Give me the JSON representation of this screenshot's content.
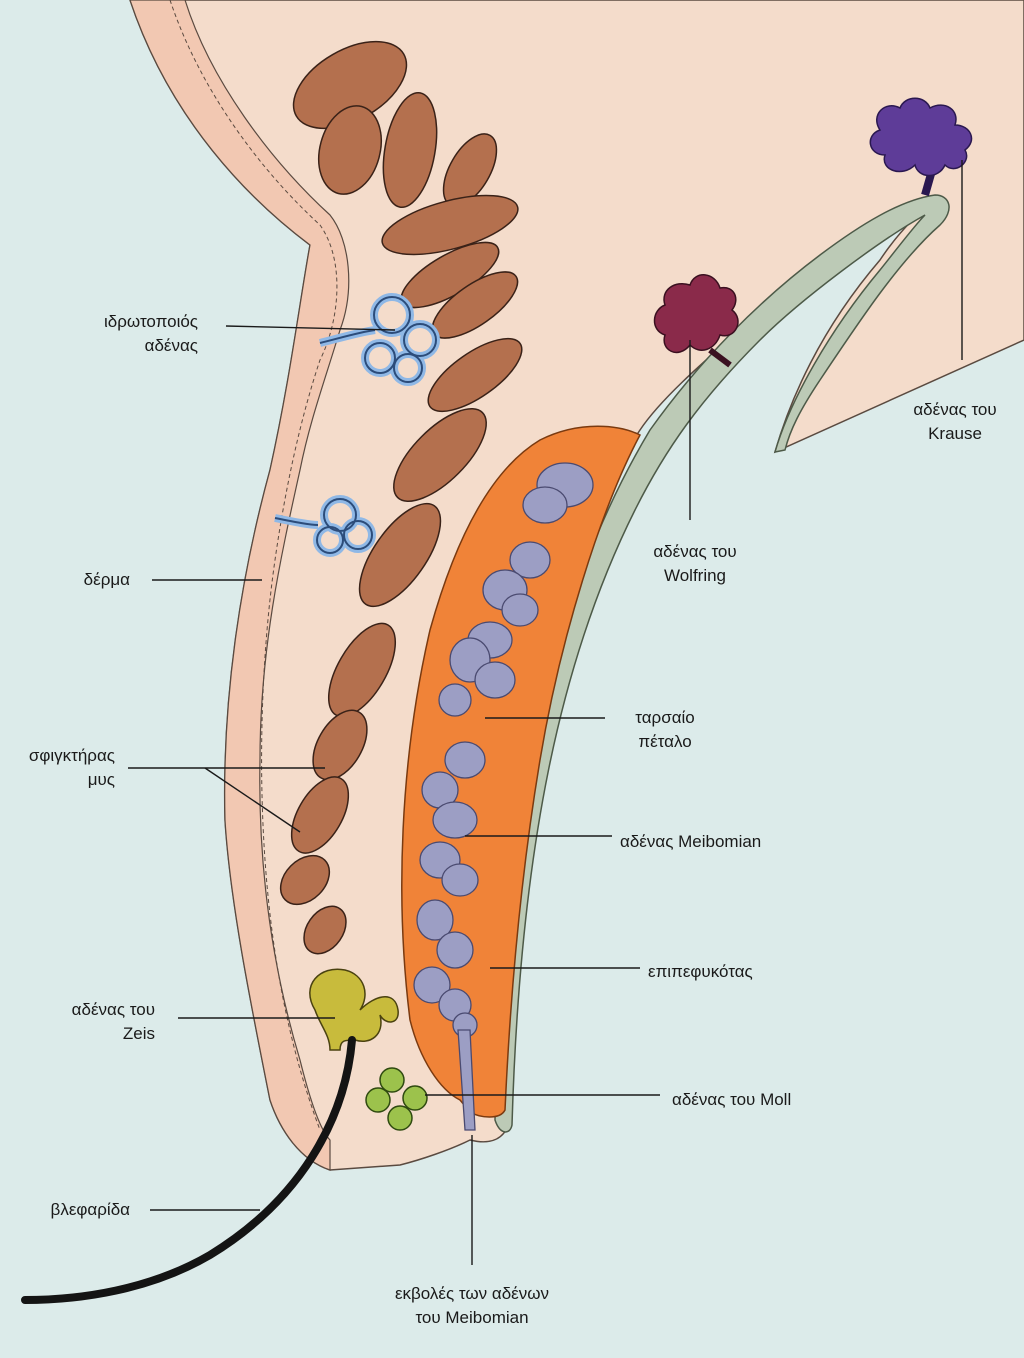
{
  "labels": {
    "sweat_gland": [
      "ιδρωτοποιός",
      "αδένας"
    ],
    "skin": [
      "δέρμα"
    ],
    "sphincter": [
      "σφιγκτήρας",
      "μυς"
    ],
    "zeis": [
      "αδένας του",
      "Zeis"
    ],
    "eyelash": [
      "βλεφαρίδα"
    ],
    "meibomian_ducts": [
      "εκβολές των αδένων",
      "του Meibomian"
    ],
    "krause": [
      "αδένας του",
      "Krause"
    ],
    "wolfring": [
      "αδένας του",
      "Wolfring"
    ],
    "tarsal_plate": [
      "ταρσαίο",
      "πέταλο"
    ],
    "meibomian": [
      "αδένας Meibomian"
    ],
    "conjunctiva": [
      "επιπεφυκότας"
    ],
    "moll": [
      "αδένας του Moll"
    ]
  },
  "colors": {
    "background": "#dcebea",
    "skin": "#f4dccb",
    "dermis": "#f2c8b2",
    "muscle": "#b4704e",
    "tarsal_plate": "#f08338",
    "meibomian_gland": "#9c9ec4",
    "conjunctiva": "#bccab6",
    "sweat_gland": "#8fb8e6",
    "zeis_gland": "#c8bb3c",
    "moll_gland": "#9cc24c",
    "wolfring_gland": "#8a2a4a",
    "krause_gland": "#5e3c98",
    "eyelash": "#141414",
    "leader_line": "#1a1a1a"
  }
}
